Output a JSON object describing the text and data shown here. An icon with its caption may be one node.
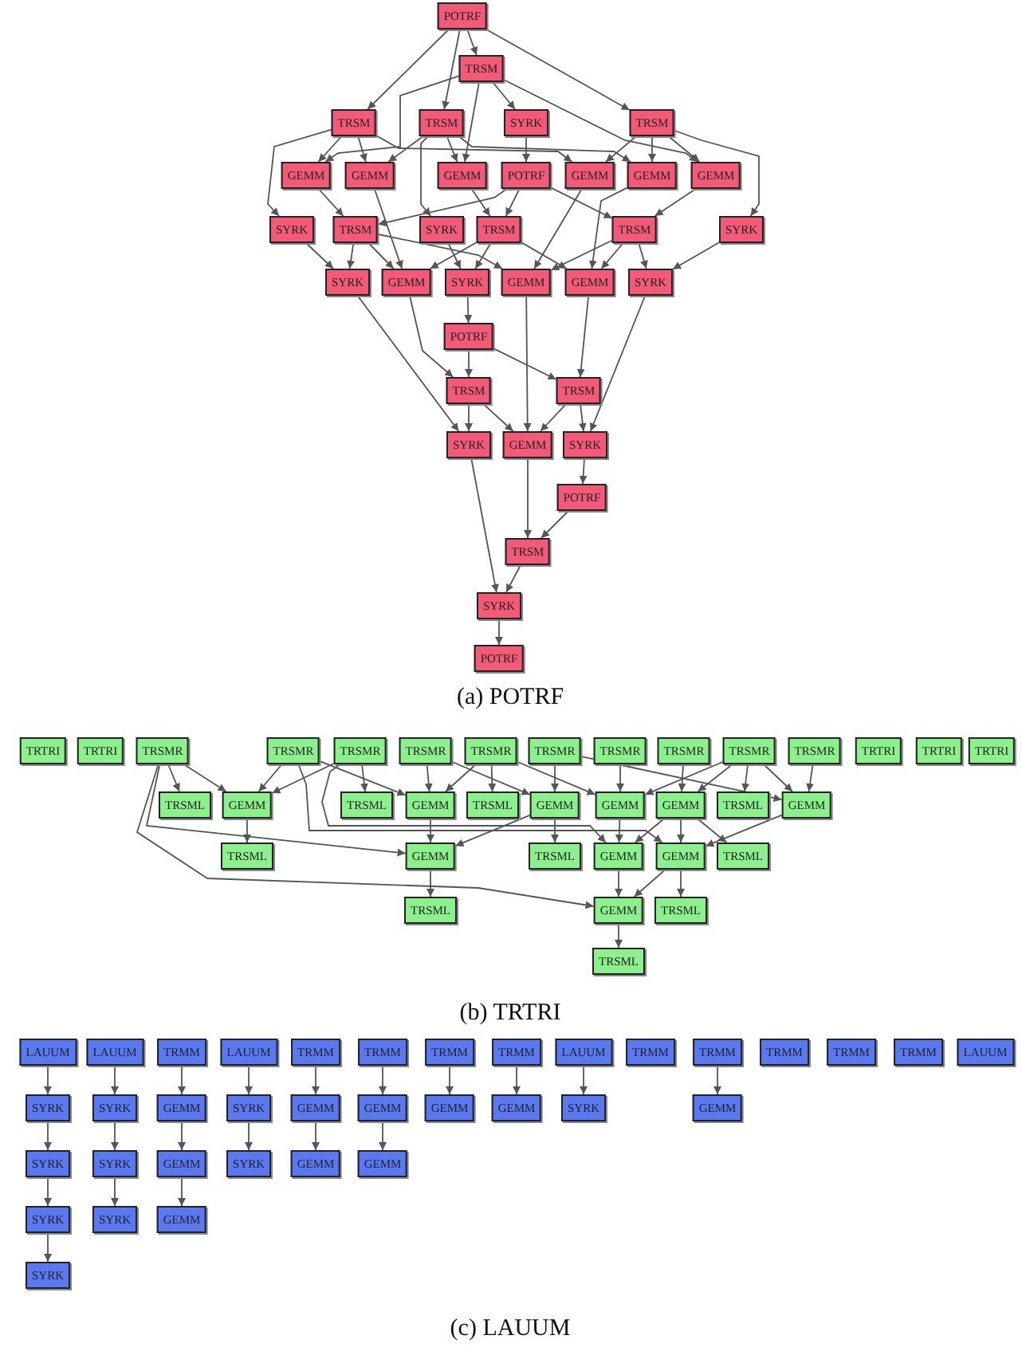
{
  "diagram": {
    "nodes": [
      {
        "text": [
          "POTRF"
        ]
      },
      {
        "text": [
          "TRSM"
        ]
      },
      {
        "text": [
          "TRSM"
        ]
      },
      {
        "text": [
          "TRSM"
        ]
      },
      {
        "text": [
          "SYRK"
        ]
      },
      {
        "text": [
          "TRSM"
        ]
      },
      {
        "text": [
          "GEMM"
        ]
      },
      {
        "text": [
          "GEMM"
        ]
      },
      {
        "text": [
          "GEMM"
        ]
      },
      {
        "text": [
          "POTRF"
        ]
      },
      {
        "text": [
          "GEMM"
        ]
      },
      {
        "text": [
          "GEMM"
        ]
      },
      {
        "text": [
          "GEMM"
        ]
      },
      {
        "text": [
          "SYRK"
        ]
      },
      {
        "text": [
          "TRSM"
        ]
      },
      {
        "text": [
          "SYRK"
        ]
      },
      {
        "text": [
          "TRSM"
        ]
      },
      {
        "text": [
          "TRSM"
        ]
      },
      {
        "text": [
          "SYRK"
        ]
      },
      {
        "text": [
          "SYRK"
        ]
      },
      {
        "text": [
          "GEMM"
        ]
      },
      {
        "text": [
          "SYRK"
        ]
      },
      {
        "text": [
          "GEMM"
        ]
      },
      {
        "text": [
          "GEMM"
        ]
      },
      {
        "text": [
          "SYRK"
        ]
      },
      {
        "text": [
          "POTRF"
        ]
      },
      {
        "text": [
          "TRSM"
        ]
      },
      {
        "text": [
          "TRSM"
        ]
      },
      {
        "text": [
          "SYRK"
        ]
      },
      {
        "text": [
          "GEMM"
        ]
      },
      {
        "text": [
          "SYRK"
        ]
      },
      {
        "text": [
          "POTRF"
        ]
      },
      {
        "text": [
          "TRSM"
        ]
      },
      {
        "text": [
          "SYRK"
        ]
      },
      {
        "text": [
          "POTRF"
        ]
      },
      {
        "text": [
          "TRTRI"
        ]
      },
      {
        "text": [
          "TRTRI"
        ]
      },
      {
        "text": [
          "TRSMR"
        ]
      },
      {
        "text": [
          "TRSMR"
        ]
      },
      {
        "text": [
          "TRSMR"
        ]
      },
      {
        "text": [
          "TRSMR"
        ]
      },
      {
        "text": [
          "TRSMR"
        ]
      },
      {
        "text": [
          "TRSMR"
        ]
      },
      {
        "text": [
          "TRSMR"
        ]
      },
      {
        "text": [
          "TRSMR"
        ]
      },
      {
        "text": [
          "TRSMR"
        ]
      },
      {
        "text": [
          "TRSMR"
        ]
      },
      {
        "text": [
          "TRTRI"
        ]
      },
      {
        "text": [
          "TRTRI"
        ]
      },
      {
        "text": [
          "TRTRI"
        ]
      },
      {
        "text": [
          "TRSML"
        ]
      },
      {
        "text": [
          "GEMM"
        ]
      },
      {
        "text": [
          "TRSML"
        ]
      },
      {
        "text": [
          "GEMM"
        ]
      },
      {
        "text": [
          "TRSML"
        ]
      },
      {
        "text": [
          "GEMM"
        ]
      },
      {
        "text": [
          "GEMM"
        ]
      },
      {
        "text": [
          "GEMM"
        ]
      },
      {
        "text": [
          "TRSML"
        ]
      },
      {
        "text": [
          "GEMM"
        ]
      },
      {
        "text": [
          "TRSML"
        ]
      },
      {
        "text": [
          "GEMM"
        ]
      },
      {
        "text": [
          "TRSML"
        ]
      },
      {
        "text": [
          "GEMM"
        ]
      },
      {
        "text": [
          "GEMM"
        ]
      },
      {
        "text": [
          "TRSML"
        ]
      },
      {
        "text": [
          "TRSML"
        ]
      },
      {
        "text": [
          "GEMM"
        ]
      },
      {
        "text": [
          "TRSML"
        ]
      },
      {
        "text": [
          "TRSML"
        ]
      },
      {
        "text": [
          "LAUUM"
        ]
      },
      {
        "text": [
          "LAUUM"
        ]
      },
      {
        "text": [
          "TRMM"
        ]
      },
      {
        "text": [
          "LAUUM"
        ]
      },
      {
        "text": [
          "TRMM"
        ]
      },
      {
        "text": [
          "TRMM"
        ]
      },
      {
        "text": [
          "TRMM"
        ]
      },
      {
        "text": [
          "TRMM"
        ]
      },
      {
        "text": [
          "LAUUM"
        ]
      },
      {
        "text": [
          "TRMM"
        ]
      },
      {
        "text": [
          "TRMM"
        ]
      },
      {
        "text": [
          "TRMM"
        ]
      },
      {
        "text": [
          "TRMM"
        ]
      },
      {
        "text": [
          "TRMM"
        ]
      },
      {
        "text": [
          "LAUUM"
        ]
      },
      {
        "text": [
          "SYRK"
        ]
      },
      {
        "text": [
          "SYRK"
        ]
      },
      {
        "text": [
          "GEMM"
        ]
      },
      {
        "text": [
          "SYRK"
        ]
      },
      {
        "text": [
          "GEMM"
        ]
      },
      {
        "text": [
          "GEMM"
        ]
      },
      {
        "text": [
          "GEMM"
        ]
      },
      {
        "text": [
          "GEMM"
        ]
      },
      {
        "text": [
          "SYRK"
        ]
      },
      {
        "text": [
          "GEMM"
        ]
      },
      {
        "text": [
          "SYRK"
        ]
      },
      {
        "text": [
          "SYRK"
        ]
      },
      {
        "text": [
          "GEMM"
        ]
      },
      {
        "text": [
          "SYRK"
        ]
      },
      {
        "text": [
          "GEMM"
        ]
      },
      {
        "text": [
          "GEMM"
        ]
      },
      {
        "text": [
          "SYRK"
        ]
      },
      {
        "text": [
          "SYRK"
        ]
      },
      {
        "text": [
          "GEMM"
        ]
      },
      {
        "text": [
          "SYRK"
        ]
      }
    ],
    "edges": [
      {
        "from": 0,
        "to": 1,
        "arrow": "to"
      },
      {
        "from": 0,
        "to": 2,
        "arrow": "to"
      },
      {
        "from": 0,
        "to": 3,
        "arrow": "to"
      },
      {
        "from": 0,
        "to": 5,
        "arrow": "to"
      },
      {
        "from": 1,
        "to": 4,
        "arrow": "to"
      },
      {
        "from": 1,
        "to": 6,
        "arrow": "to"
      },
      {
        "from": 1,
        "to": 8,
        "arrow": "to"
      },
      {
        "from": 1,
        "to": 12,
        "arrow": "to"
      },
      {
        "from": 2,
        "to": 6,
        "arrow": "to"
      },
      {
        "from": 2,
        "to": 7,
        "arrow": "to"
      },
      {
        "from": 2,
        "to": 13,
        "arrow": "to"
      },
      {
        "from": 2,
        "to": 10,
        "arrow": "to"
      },
      {
        "from": 3,
        "to": 7,
        "arrow": "to"
      },
      {
        "from": 3,
        "to": 8,
        "arrow": "to"
      },
      {
        "from": 3,
        "to": 15,
        "arrow": "to"
      },
      {
        "from": 3,
        "to": 11,
        "arrow": "to"
      },
      {
        "from": 5,
        "to": 10,
        "arrow": "to"
      },
      {
        "from": 5,
        "to": 11,
        "arrow": "to"
      },
      {
        "from": 5,
        "to": 12,
        "arrow": "to"
      },
      {
        "from": 5,
        "to": 18,
        "arrow": "to"
      },
      {
        "from": 4,
        "to": 9,
        "arrow": "to"
      },
      {
        "from": 9,
        "to": 14,
        "arrow": "to"
      },
      {
        "from": 9,
        "to": 16,
        "arrow": "to"
      },
      {
        "from": 9,
        "to": 17,
        "arrow": "to"
      },
      {
        "from": 6,
        "to": 14,
        "arrow": "to"
      },
      {
        "from": 8,
        "to": 16,
        "arrow": "to"
      },
      {
        "from": 12,
        "to": 17,
        "arrow": "to"
      },
      {
        "from": 13,
        "to": 19,
        "arrow": "to"
      },
      {
        "from": 14,
        "to": 19,
        "arrow": "to"
      },
      {
        "from": 7,
        "to": 20,
        "arrow": "to"
      },
      {
        "from": 14,
        "to": 20,
        "arrow": "to"
      },
      {
        "from": 16,
        "to": 20,
        "arrow": "to"
      },
      {
        "from": 15,
        "to": 21,
        "arrow": "to"
      },
      {
        "from": 16,
        "to": 21,
        "arrow": "to"
      },
      {
        "from": 10,
        "to": 22,
        "arrow": "to"
      },
      {
        "from": 14,
        "to": 22,
        "arrow": "to"
      },
      {
        "from": 17,
        "to": 22,
        "arrow": "to"
      },
      {
        "from": 11,
        "to": 23,
        "arrow": "to"
      },
      {
        "from": 16,
        "to": 23,
        "arrow": "to"
      },
      {
        "from": 17,
        "to": 23,
        "arrow": "to"
      },
      {
        "from": 18,
        "to": 24,
        "arrow": "to"
      },
      {
        "from": 17,
        "to": 24,
        "arrow": "to"
      },
      {
        "from": 21,
        "to": 25,
        "arrow": "to"
      },
      {
        "from": 25,
        "to": 26,
        "arrow": "to"
      },
      {
        "from": 25,
        "to": 27,
        "arrow": "to"
      },
      {
        "from": 20,
        "to": 26,
        "arrow": "to"
      },
      {
        "from": 23,
        "to": 27,
        "arrow": "to"
      },
      {
        "from": 19,
        "to": 28,
        "arrow": "to"
      },
      {
        "from": 26,
        "to": 28,
        "arrow": "to"
      },
      {
        "from": 22,
        "to": 29,
        "arrow": "to"
      },
      {
        "from": 26,
        "to": 29,
        "arrow": "to"
      },
      {
        "from": 27,
        "to": 29,
        "arrow": "to"
      },
      {
        "from": 27,
        "to": 30,
        "arrow": "to"
      },
      {
        "from": 24,
        "to": 30,
        "arrow": "to"
      },
      {
        "from": 30,
        "to": 31,
        "arrow": "to"
      },
      {
        "from": 29,
        "to": 32,
        "arrow": "to"
      },
      {
        "from": 31,
        "to": 32,
        "arrow": "to"
      },
      {
        "from": 28,
        "to": 33,
        "arrow": "to"
      },
      {
        "from": 32,
        "to": 33,
        "arrow": "to"
      },
      {
        "from": 33,
        "to": 34,
        "arrow": "to"
      },
      {
        "from": 37,
        "to": 50,
        "arrow": "to"
      },
      {
        "from": 37,
        "to": 51,
        "arrow": "to"
      },
      {
        "from": 37,
        "to": 61,
        "arrow": "to"
      },
      {
        "from": 37,
        "to": 67,
        "arrow": "to"
      },
      {
        "from": 38,
        "to": 51,
        "arrow": "to"
      },
      {
        "from": 38,
        "to": 53,
        "arrow": "to"
      },
      {
        "from": 38,
        "to": 64,
        "arrow": "to"
      },
      {
        "from": 39,
        "to": 51,
        "arrow": "to"
      },
      {
        "from": 39,
        "to": 52,
        "arrow": "to"
      },
      {
        "from": 39,
        "to": 63,
        "arrow": "to"
      },
      {
        "from": 40,
        "to": 53,
        "arrow": "to"
      },
      {
        "from": 40,
        "to": 55,
        "arrow": "to"
      },
      {
        "from": 41,
        "to": 53,
        "arrow": "to"
      },
      {
        "from": 41,
        "to": 54,
        "arrow": "to"
      },
      {
        "from": 41,
        "to": 56,
        "arrow": "to"
      },
      {
        "from": 42,
        "to": 55,
        "arrow": "to"
      },
      {
        "from": 42,
        "to": 59,
        "arrow": "to"
      },
      {
        "from": 43,
        "to": 56,
        "arrow": "to"
      },
      {
        "from": 44,
        "to": 57,
        "arrow": "to"
      },
      {
        "from": 45,
        "to": 56,
        "arrow": "to"
      },
      {
        "from": 45,
        "to": 57,
        "arrow": "to"
      },
      {
        "from": 45,
        "to": 58,
        "arrow": "to"
      },
      {
        "from": 45,
        "to": 59,
        "arrow": "to"
      },
      {
        "from": 46,
        "to": 59,
        "arrow": "to"
      },
      {
        "from": 51,
        "to": 60,
        "arrow": "to"
      },
      {
        "from": 53,
        "to": 61,
        "arrow": "to"
      },
      {
        "from": 55,
        "to": 61,
        "arrow": "to"
      },
      {
        "from": 55,
        "to": 62,
        "arrow": "to"
      },
      {
        "from": 56,
        "to": 63,
        "arrow": "to"
      },
      {
        "from": 57,
        "to": 63,
        "arrow": "to"
      },
      {
        "from": 57,
        "to": 64,
        "arrow": "to"
      },
      {
        "from": 57,
        "to": 65,
        "arrow": "to"
      },
      {
        "from": 59,
        "to": 64,
        "arrow": "to"
      },
      {
        "from": 61,
        "to": 66,
        "arrow": "to"
      },
      {
        "from": 63,
        "to": 67,
        "arrow": "to"
      },
      {
        "from": 64,
        "to": 67,
        "arrow": "to"
      },
      {
        "from": 64,
        "to": 68,
        "arrow": "to"
      },
      {
        "from": 67,
        "to": 69,
        "arrow": "to"
      },
      {
        "from": 70,
        "to": 85,
        "arrow": "to"
      },
      {
        "from": 85,
        "to": 95,
        "arrow": "to"
      },
      {
        "from": 95,
        "to": 101,
        "arrow": "to"
      },
      {
        "from": 101,
        "to": 104,
        "arrow": "to"
      },
      {
        "from": 71,
        "to": 86,
        "arrow": "to"
      },
      {
        "from": 86,
        "to": 96,
        "arrow": "to"
      },
      {
        "from": 96,
        "to": 102,
        "arrow": "to"
      },
      {
        "from": 72,
        "to": 87,
        "arrow": "to"
      },
      {
        "from": 87,
        "to": 97,
        "arrow": "to"
      },
      {
        "from": 97,
        "to": 103,
        "arrow": "to"
      },
      {
        "from": 73,
        "to": 88,
        "arrow": "to"
      },
      {
        "from": 88,
        "to": 98,
        "arrow": "to"
      },
      {
        "from": 74,
        "to": 89,
        "arrow": "to"
      },
      {
        "from": 89,
        "to": 99,
        "arrow": "to"
      },
      {
        "from": 75,
        "to": 90,
        "arrow": "to"
      },
      {
        "from": 90,
        "to": 100,
        "arrow": "to"
      },
      {
        "from": 76,
        "to": 91,
        "arrow": "to"
      },
      {
        "from": 77,
        "to": 92,
        "arrow": "to"
      },
      {
        "from": 78,
        "to": 93,
        "arrow": "to"
      },
      {
        "from": 80,
        "to": 94,
        "arrow": "to"
      }
    ],
    "labels": [
      "(a) POTRF",
      "(b) TRTRI",
      "(c) LAUUM"
    ]
  }
}
